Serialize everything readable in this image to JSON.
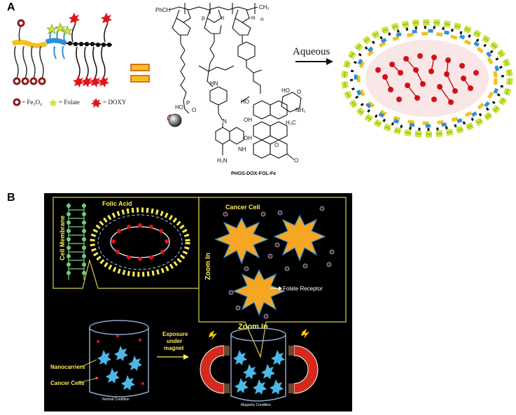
{
  "panel_a": {
    "label": "A",
    "legend": {
      "fe3o4": "= Fe₃O₄",
      "folate": "= Folate",
      "doxy": "= DOXY"
    },
    "chem": {
      "end_left": "PhCH",
      "end_right": "CH₂",
      "sub_p": "p",
      "sub_n": "n",
      "sub_m": "m",
      "sub_n2": "n",
      "phos_h": "HO",
      "phos_p": "P",
      "phos_o": "O",
      "nh_amine": "NH₂",
      "h2n": "H₂N",
      "nh_ring": "NH",
      "oh1": "OH",
      "oh2": "OH",
      "ho": "HO",
      "ho2": "HO",
      "o1": "O",
      "o2": "O",
      "och3": "O",
      "h3c": "H₃C",
      "n_link": "N",
      "hn": "HN",
      "name": "PHOS-DOX-FOL-Fe"
    },
    "aqueous_label": "Aqueous"
  },
  "panel_b": {
    "label": "B",
    "labels": {
      "folic_acid": "Folic Acid",
      "cell_membrane": "Cell Membrane",
      "cancer_cell": "Cancer Cell",
      "zoom_in_vertical": "Zoom In",
      "folate_receptor": "Folate Receptor",
      "exposure": "Exposure",
      "under": "under",
      "magnet": "magnet",
      "zoom_in": "Zoom In",
      "nanocarriers": "Nanocarriers",
      "cancer_cells": "Cancer Cells",
      "normal_condition": "Normal Condition",
      "magnetic_condition": "Magnetic Condition"
    }
  },
  "colors": {
    "iron_oxide": "#8b1a1a",
    "folate": "#c8e63c",
    "doxy": "#e0141e",
    "chain_yellow": "#f2c11e",
    "chain_blue": "#2f8fd8",
    "panel_b_bg": "#000000",
    "highlight_yellow": "#ffee55",
    "cancer_cell": "#f5a623",
    "magnet_red": "#d42a1e"
  }
}
